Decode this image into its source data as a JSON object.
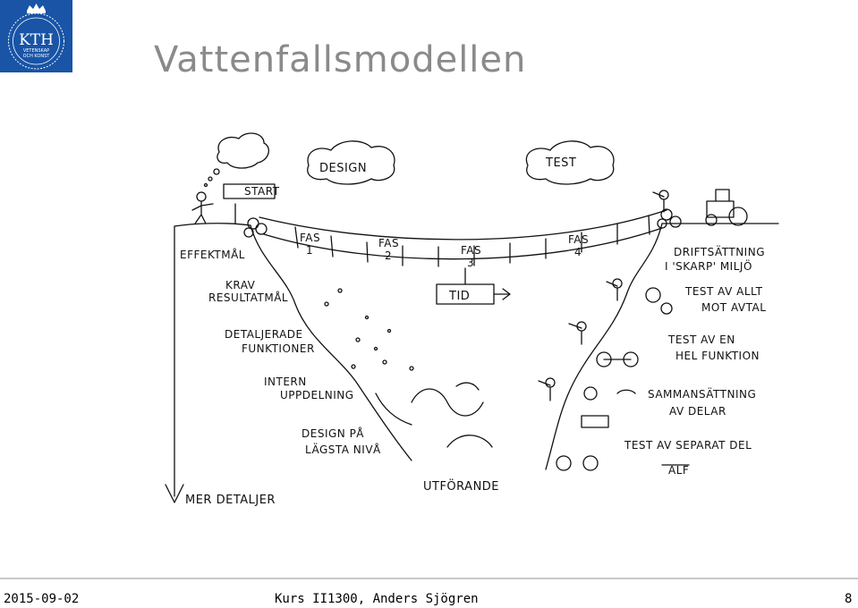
{
  "logo": {
    "name": "KTH",
    "line1": "VETENSKAP",
    "line2": "OCH KONST"
  },
  "slide": {
    "title": "Vattenfallsmodellen"
  },
  "drawing": {
    "start": "START",
    "design": "DESIGN",
    "test": "TEST",
    "fas1": "FAS",
    "fas1_num": "1",
    "fas2": "FAS",
    "fas2_num": "2",
    "fas3": "FAS",
    "fas3_num": "3",
    "fas4": "FAS",
    "fas4_num": "4",
    "tid": "TID",
    "left_labels": [
      "EFFEKTMÅL",
      "KRAV",
      "RESULTATMÅL",
      "DETALJERADE",
      "FUNKTIONER",
      "INTERN",
      "UPPDELNING",
      "DESIGN PÅ",
      "LÄGSTA NIVÅ"
    ],
    "right_labels": [
      "DRIFTSÄTTNING",
      "I 'SKARP' MILJÖ",
      "TEST AV ALLT",
      "MOT AVTAL",
      "TEST AV EN",
      "HEL FUNKTION",
      "SAMMANSÄTTNING",
      "AV DELAR",
      "TEST AV SEPARAT DEL"
    ],
    "mer_detaljer": "MER DETALJER",
    "utforande": "UTFÖRANDE",
    "signature": "ALF"
  },
  "footer": {
    "date": "2015-09-02",
    "course": "Kurs II1300, Anders Sjögren",
    "page": "8"
  }
}
